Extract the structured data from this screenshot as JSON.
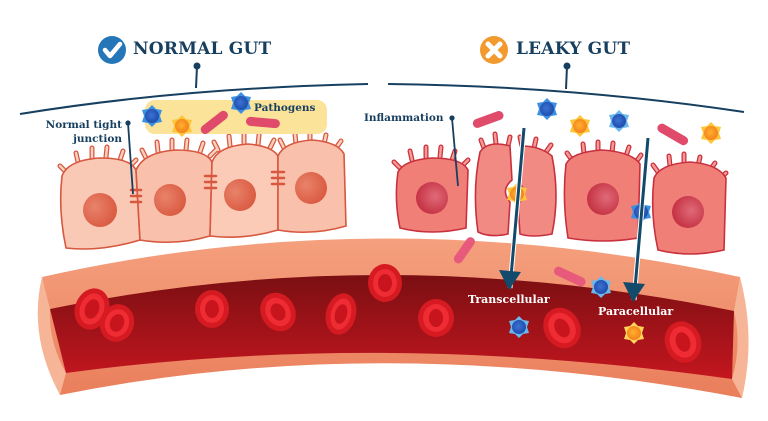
{
  "diagram": {
    "type": "comparison-illustration",
    "panels": [
      {
        "id": "normal",
        "title": "NORMAL GUT",
        "status_icon": "check-icon",
        "status_color": "#2576b8",
        "labels": {
          "junction": "Normal tight junction",
          "junction_line1": "Normal tight",
          "junction_line2": "junction",
          "pathogens": "Pathogens"
        }
      },
      {
        "id": "leaky",
        "title": "LEAKY GUT",
        "status_icon": "x-icon",
        "status_color": "#f29a2e",
        "labels": {
          "inflammation": "Inflammation",
          "transcellular": "Transcellular",
          "paracellular": "Paracellular"
        }
      }
    ],
    "colors": {
      "label_text": "#173f5f",
      "normal_cell": "#f7b8a2",
      "inflamed_cell": "#ec6f6a",
      "blood": "#a5131b",
      "vessel_wall": "#f29672",
      "pathogen_highlight": "#fbe39a"
    }
  }
}
